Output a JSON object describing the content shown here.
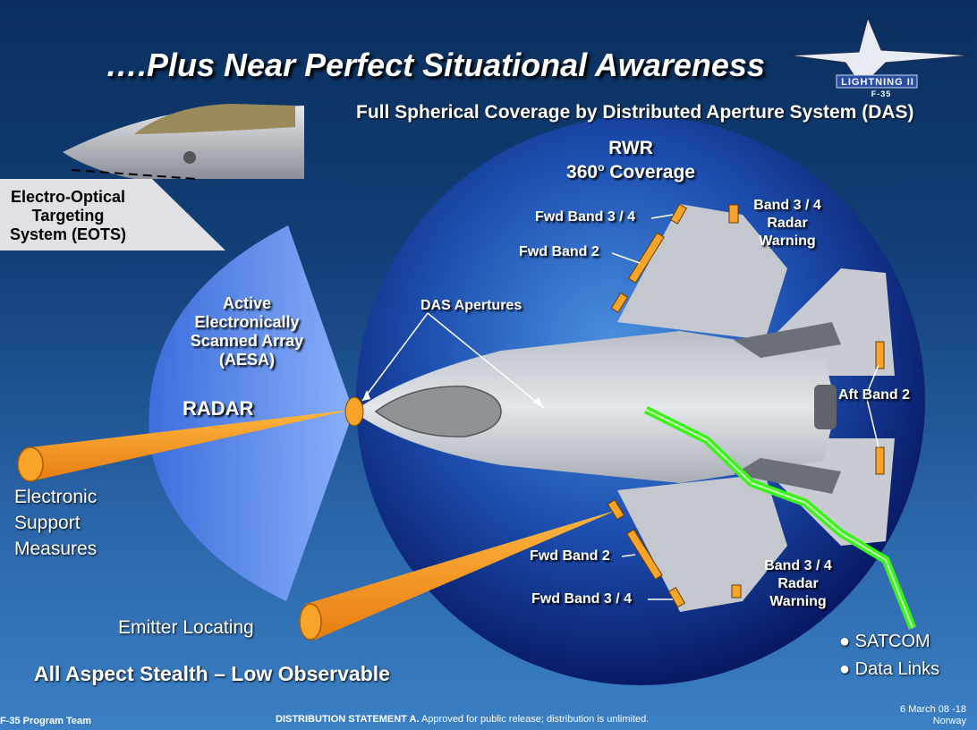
{
  "title": "….Plus Near Perfect Situational Awareness",
  "subtitle": "Full Spherical Coverage by Distributed Aperture System (DAS)",
  "logo": {
    "name": "LIGHTNING II",
    "model": "F-35"
  },
  "rwr": {
    "line1": "RWR",
    "line2_prefix": "360",
    "line2_sup": "o",
    "line2_suffix": " Coverage"
  },
  "eots": {
    "line1": "Electro-Optical",
    "line2": "Targeting",
    "line3": "System (EOTS)"
  },
  "aesa": {
    "line1": "Active",
    "line2": "Electronically",
    "line3": "Scanned Array",
    "line4": "(AESA)"
  },
  "radar": "RADAR",
  "das_apertures": "DAS Apertures",
  "bands": {
    "fwd_band34_top": "Fwd Band 3 / 4",
    "fwd_band2_top": "Fwd Band 2",
    "band34_radar_warning_top": {
      "line1": "Band 3 / 4",
      "line2": "Radar",
      "line3": "Warning"
    },
    "aft_band2": "Aft Band 2",
    "fwd_band2_bottom": "Fwd Band 2",
    "fwd_band34_bottom": "Fwd Band 3 / 4",
    "band34_radar_warning_bottom": {
      "line1": "Band 3 / 4",
      "line2": "Radar",
      "line3": "Warning"
    }
  },
  "esm": {
    "line1": "Electronic",
    "line2": "Support",
    "line3": "Measures"
  },
  "emitter_locating": "Emitter Locating",
  "stealth": "All Aspect Stealth – Low Observable",
  "comms": {
    "item1": "SATCOM",
    "item2": "Data Links"
  },
  "footer": {
    "team": "F-35 Program Team",
    "distribution_bold": "DISTRIBUTION STATEMENT A.",
    "distribution_rest": " Approved for public release; distribution is unlimited.",
    "date": "6 March 08 -18",
    "location": "Norway"
  },
  "colors": {
    "sphere_center": "#3a7fd0",
    "sphere_edge": "#0a1e6e",
    "aperture_orange": "#f7a428",
    "lightning_green": "#3cf21a",
    "radar_cone": "#5f8ef0",
    "aircraft_gray": "#c8ccd2"
  }
}
